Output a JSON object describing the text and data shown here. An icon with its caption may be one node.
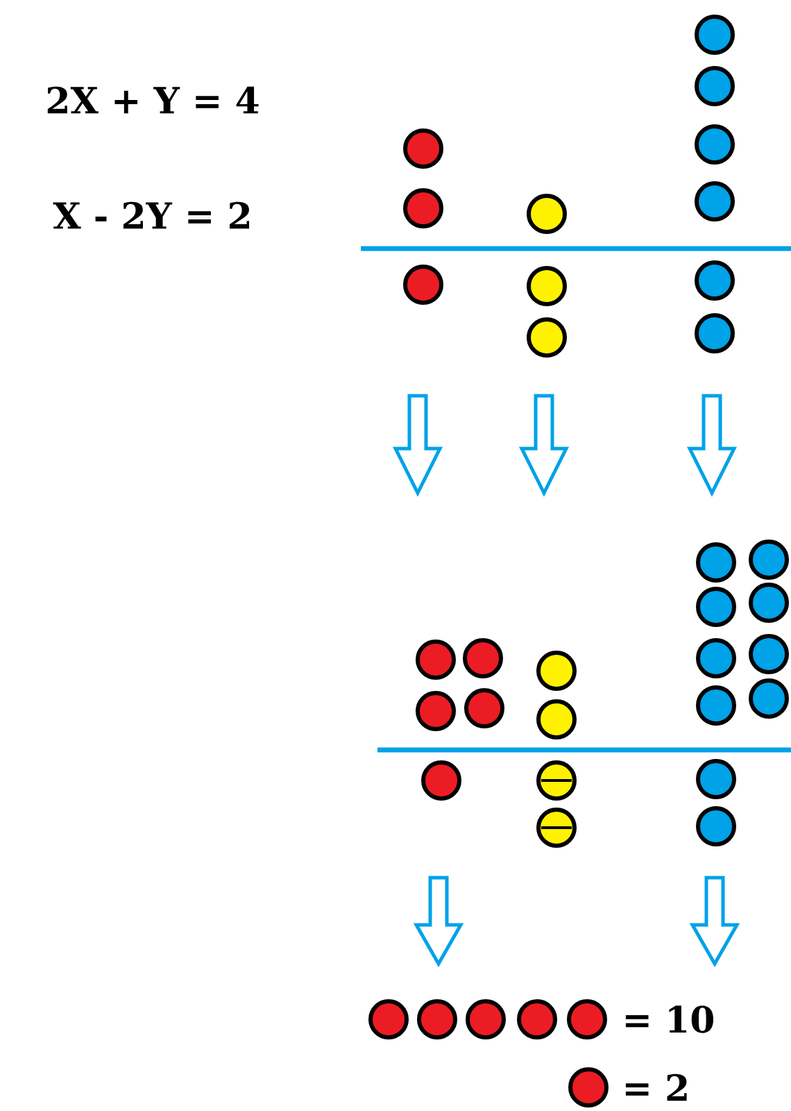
{
  "diagram": {
    "labels": [
      "2X + Y = 4",
      "X - 2Y = 2",
      "= 10",
      "= 2"
    ]
  }
}
